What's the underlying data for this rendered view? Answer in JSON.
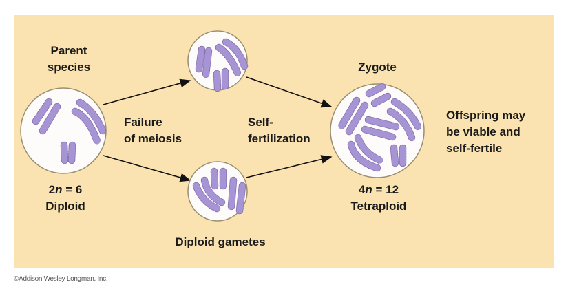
{
  "labels": {
    "parent_species": [
      "Parent",
      "species"
    ],
    "failure": [
      "Failure",
      "of meiosis"
    ],
    "self_fert": [
      "Self-",
      "fertilization"
    ],
    "zygote": "Zygote",
    "offspring": [
      "Offspring may",
      "be viable and",
      "self-fertile"
    ],
    "parent_ploidy": {
      "count_prefix": "2",
      "n": "n",
      "count_suffix": " = 6",
      "name": "Diploid"
    },
    "zygote_ploidy": {
      "count_prefix": "4",
      "n": "n",
      "count_suffix": " = 12",
      "name": "Tetraploid"
    },
    "gametes": "Diploid gametes"
  },
  "copyright": "©Addison Wesley Longman, Inc.",
  "colors": {
    "background": "#fae3b1",
    "chromosome": "#a794d4",
    "cell": "#fdfcfb"
  }
}
